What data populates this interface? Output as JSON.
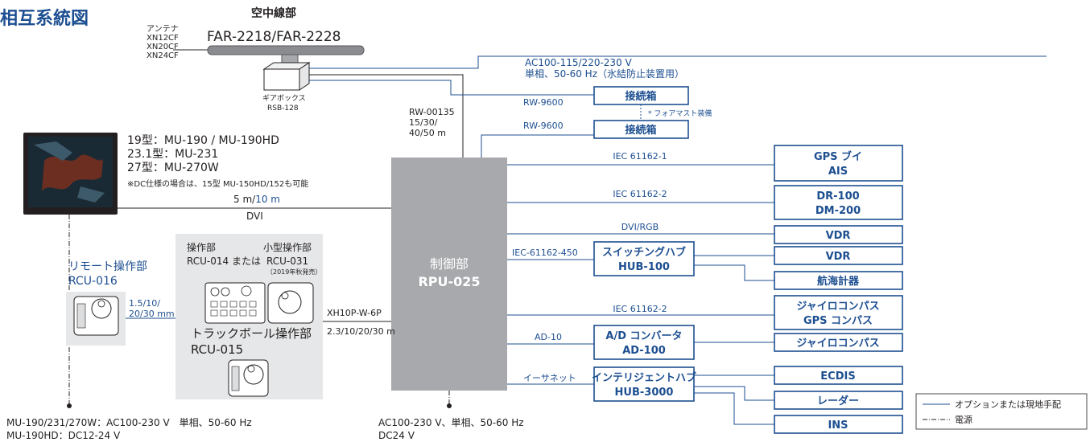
{
  "title": "相互系統図",
  "aerial": {
    "heading": "空中線部",
    "model": "FAR-2218/FAR-2228",
    "antenna_label": "アンテナ",
    "antenna_models": [
      "XN12CF",
      "XN20CF",
      "XN24CF"
    ],
    "gearbox_label": "ギアボックス",
    "gearbox_model": "RSB-128"
  },
  "power_aerial": [
    "AC100-115/220-230 V",
    "単相、50-60 Hz（氷結防止装置用）"
  ],
  "cable_rw00135": [
    "RW-00135",
    "15/30/",
    "40/50 m"
  ],
  "junctions": [
    {
      "cable": "RW-9600",
      "label": "接続箱",
      "note": "* フォアマスト装備"
    },
    {
      "cable": "RW-9600",
      "label": "接続箱"
    }
  ],
  "monitor": {
    "models": [
      "19型：MU-190 / MU-190HD",
      "23.1型：MU-231",
      "27型：MU-270W"
    ],
    "note": "※DC仕様の場合は、15型 MU-150HD/152も可能",
    "cable_len_black": "5 m/",
    "cable_len_blue": "10 m",
    "cable_type": "DVI"
  },
  "remote": {
    "label": "リモート操作部",
    "model": "RCU-016",
    "cable": [
      "1.5/10/",
      "20/30 mm"
    ]
  },
  "panel": {
    "op_label": "操作部",
    "mini_label": "小型操作部",
    "models_prefix": "RCU-014 または",
    "mini_model": "RCU-031",
    "mini_note": "（2019年秋発売）",
    "trackball_label": "トラックボール操作部",
    "trackball_model": "RCU-015"
  },
  "panel_cable": [
    "XH10P-W-6P",
    "2.3/10/20/30 m"
  ],
  "processor": {
    "label": "制御部",
    "model": "RPU-025"
  },
  "connections": [
    {
      "cable": "IEC 61162-1",
      "device": [
        "GPS ブイ",
        "AIS"
      ]
    },
    {
      "cable": "IEC 61162-2",
      "device": [
        "DR-100",
        "DM-200"
      ]
    },
    {
      "cable": "DVI/RGB",
      "device": [
        "VDR"
      ]
    },
    {
      "cable": "IEC-61162-450",
      "hub": [
        "スイッチングハブ",
        "HUB-100"
      ],
      "devices": [
        "VDR",
        "航海計器"
      ]
    },
    {
      "cable": "IEC 61162-2",
      "device": [
        "ジャイロコンパス",
        "GPS コンパス"
      ]
    },
    {
      "cable": "AD-10",
      "hub": [
        "A/D コンバータ",
        "AD-100"
      ],
      "devices": [
        "ジャイロコンパス"
      ]
    },
    {
      "cable": "イーサネット",
      "hub": [
        "インテリジェントハブ",
        "HUB-3000"
      ],
      "devices": [
        "ECDIS",
        "レーダー",
        "INS"
      ]
    }
  ],
  "power_left": [
    "MU-190/231/270W：AC100-230 V　単相、50-60 Hz",
    "MU-190HD：DC12-24 V"
  ],
  "power_right": [
    "AC100-230 V、単相、50-60 Hz",
    "DC24 V"
  ],
  "legend": {
    "option": "オプションまたは現地手配",
    "power": "電源"
  },
  "colors": {
    "accent": "#1d4f91",
    "processor": "#a7a9ac",
    "panel_bg": "#e6e7e8",
    "text": "#231f20"
  }
}
